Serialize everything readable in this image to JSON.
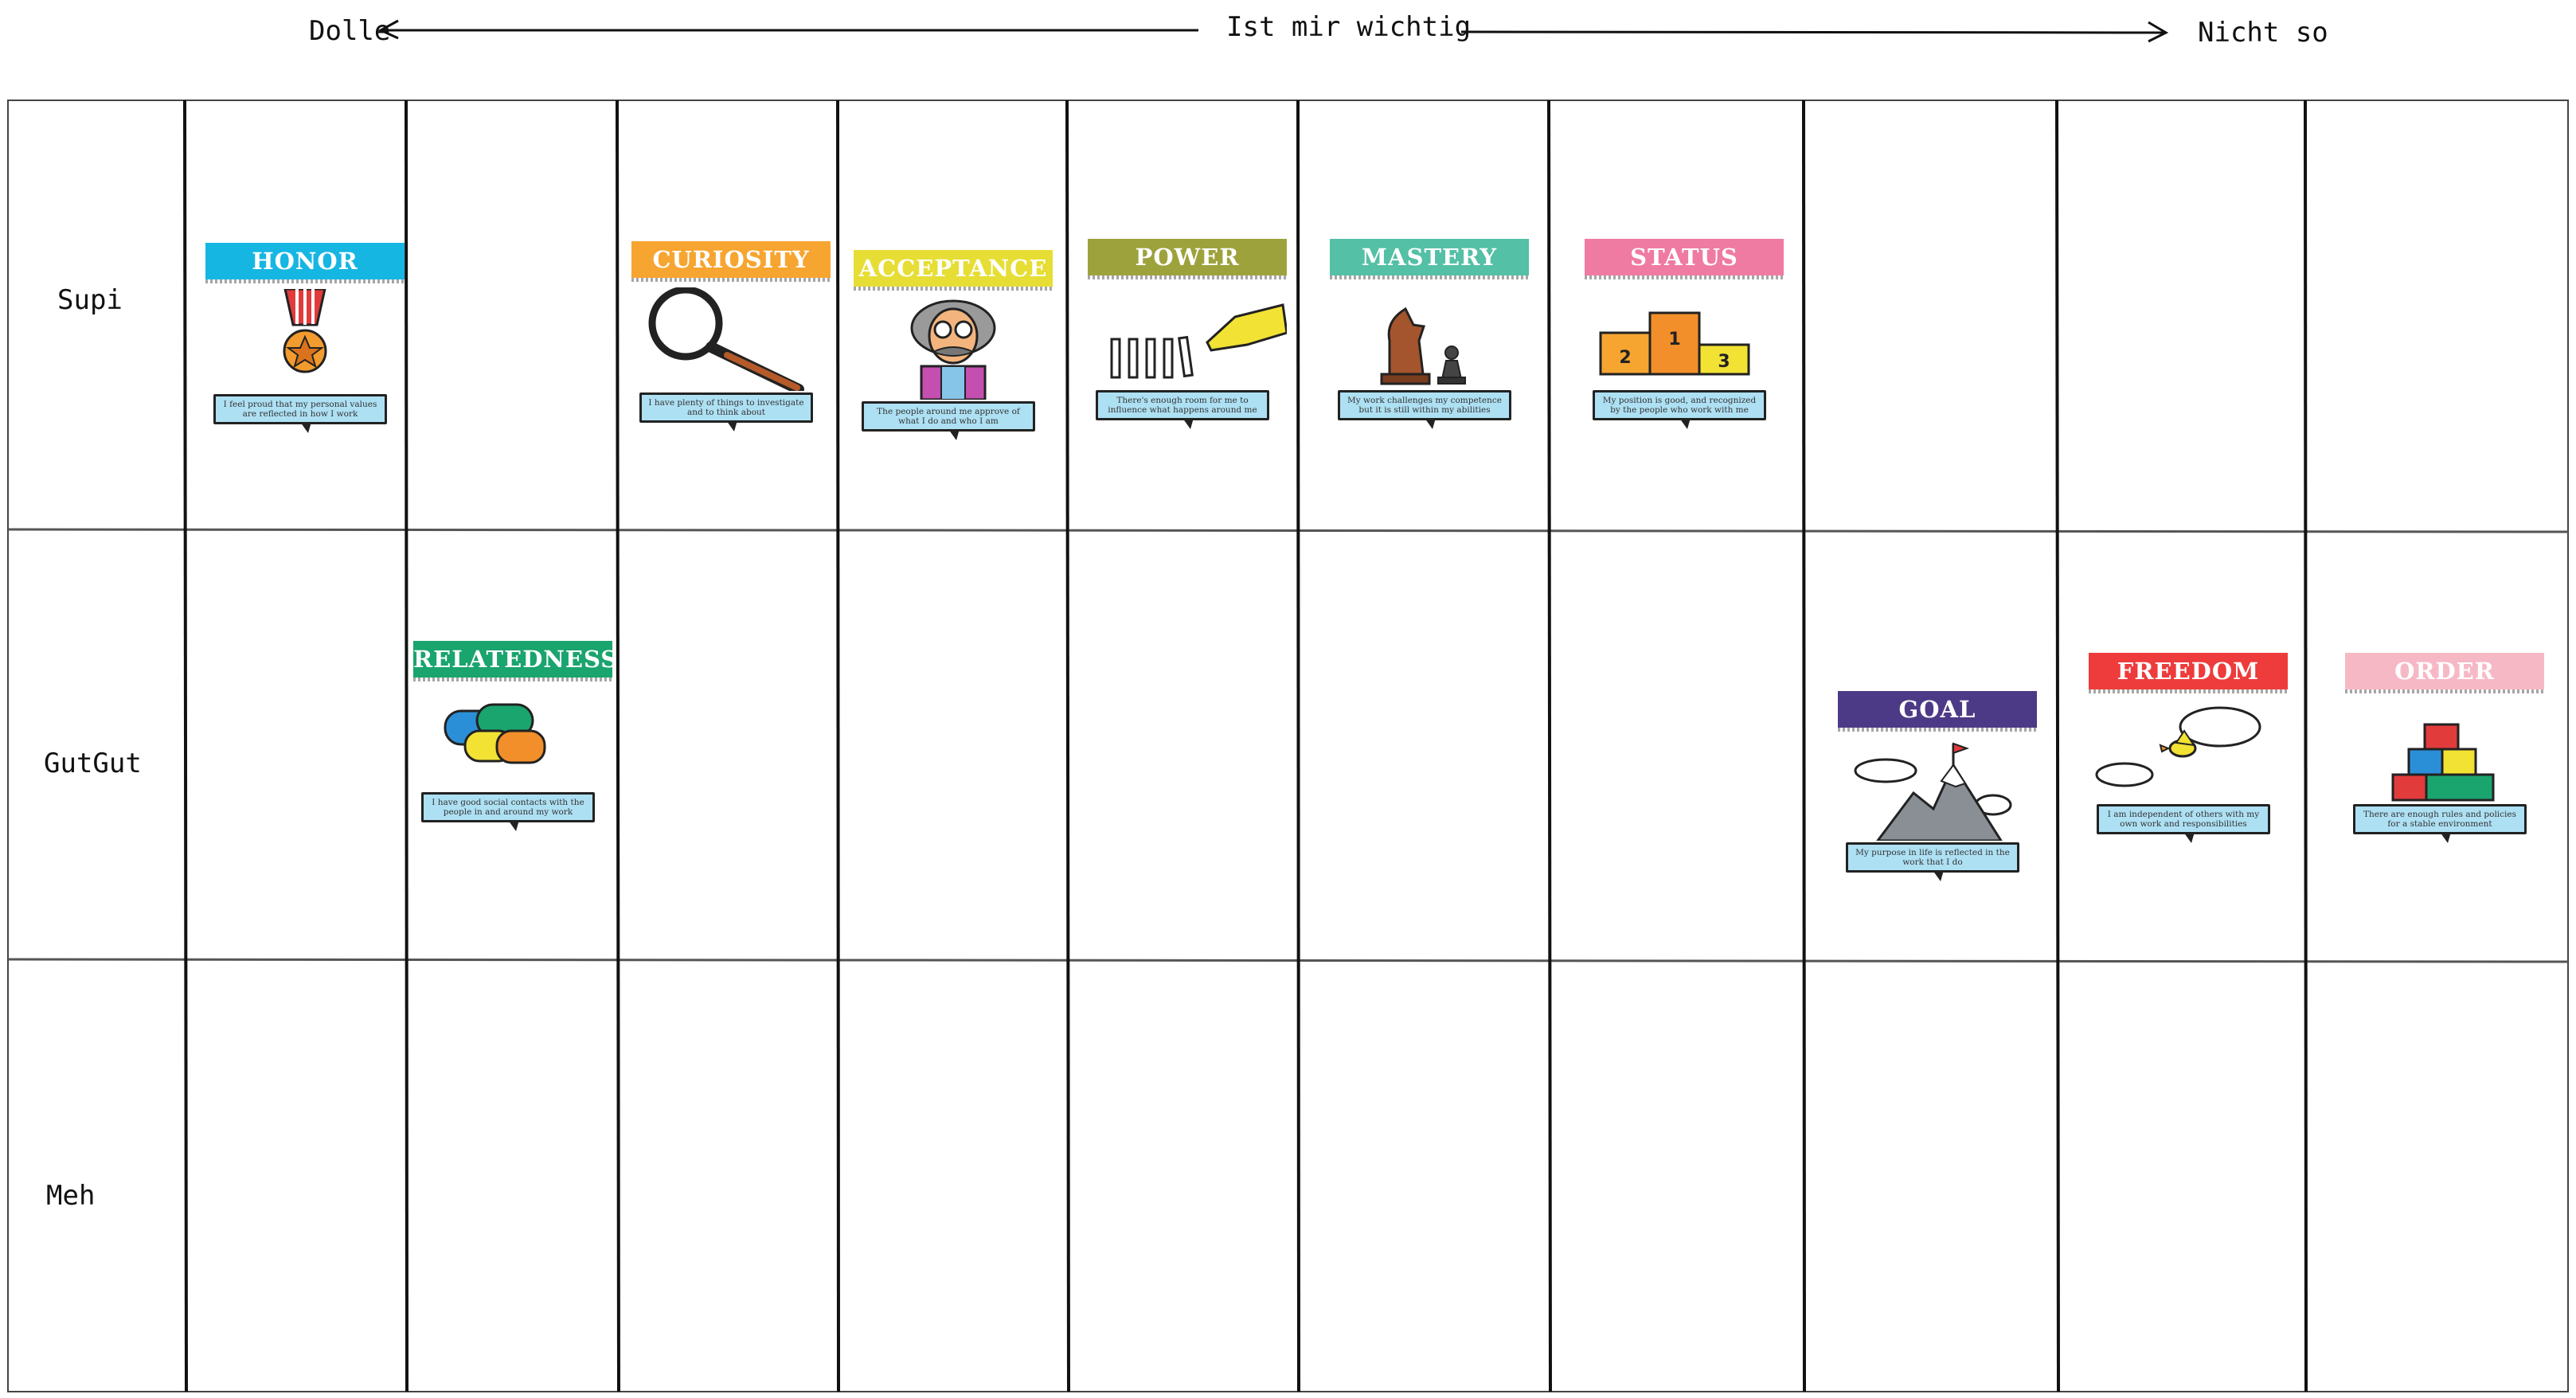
{
  "axis": {
    "left_label": "Dolle",
    "center_label": "Ist mir wichtig",
    "right_label": "Nicht so"
  },
  "rows": [
    {
      "label": "Supi"
    },
    {
      "label": "GutGut"
    },
    {
      "label": "Meh"
    }
  ],
  "cards": [
    {
      "id": "honor",
      "title": "HONOR",
      "color": "#16b6e3",
      "icon": "medal-icon",
      "statement": "I feel proud that my personal values are reflected in how I work"
    },
    {
      "id": "curiosity",
      "title": "CURIOSITY",
      "color": "#f7a531",
      "icon": "magnifying-glass-icon",
      "statement": "I have plenty of things to investigate and to think about"
    },
    {
      "id": "acceptance",
      "title": "ACCEPTANCE",
      "color": "#e6de35",
      "icon": "professor-icon",
      "statement": "The people around me approve of what I do and who I am"
    },
    {
      "id": "power",
      "title": "POWER",
      "color": "#9da23c",
      "icon": "dominoes-hand-icon",
      "statement": "There's enough room for me to influence what happens around me"
    },
    {
      "id": "mastery",
      "title": "MASTERY",
      "color": "#54c0a6",
      "icon": "chess-pieces-icon",
      "statement": "My work challenges my competence but it is still within my abilities"
    },
    {
      "id": "status",
      "title": "STATUS",
      "color": "#ef7aa2",
      "icon": "podium-icon",
      "statement": "My position is good, and recognized by the people who work with me",
      "podium": [
        "2",
        "1",
        "3"
      ]
    },
    {
      "id": "relatedness",
      "title": "RELATEDNESS",
      "color": "#1aa46e",
      "icon": "speech-bubbles-icon",
      "statement": "I have good social contacts with the people in and around my work"
    },
    {
      "id": "goal",
      "title": "GOAL",
      "color": "#4d3a86",
      "icon": "mountain-flag-icon",
      "statement": "My purpose in life is reflected in the work that I do"
    },
    {
      "id": "freedom",
      "title": "FREEDOM",
      "color": "#ee3b3b",
      "icon": "bird-clouds-icon",
      "statement": "I am independent of others with my own work and responsibilities"
    },
    {
      "id": "order",
      "title": "ORDER",
      "color": "#f7b8c6",
      "icon": "building-blocks-icon",
      "statement": "There are enough rules and policies for a stable environment"
    }
  ]
}
